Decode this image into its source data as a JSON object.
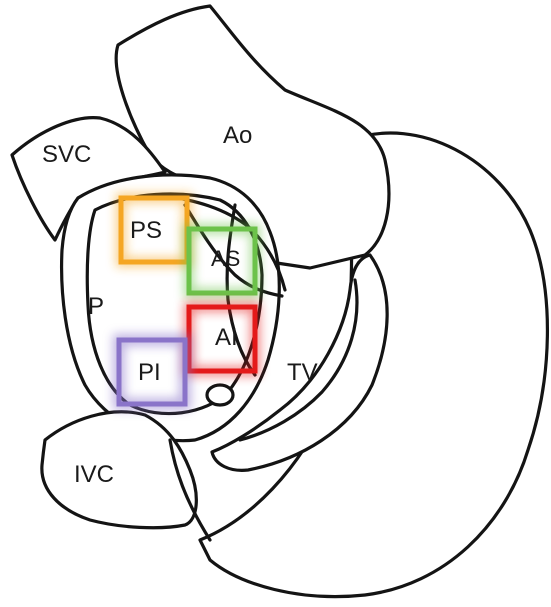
{
  "labels": {
    "ao": "Ao",
    "svc": "SVC",
    "p": "P",
    "tv": "TV",
    "ivc": "IVC"
  },
  "regions": [
    {
      "key": "ps",
      "label": "PS",
      "color": "#f5a623"
    },
    {
      "key": "as",
      "label": "AS",
      "color": "#6cc24a"
    },
    {
      "key": "ai",
      "label": "AI",
      "color": "#e41a1a"
    },
    {
      "key": "pi",
      "label": "PI",
      "color": "#8a74c9"
    }
  ]
}
